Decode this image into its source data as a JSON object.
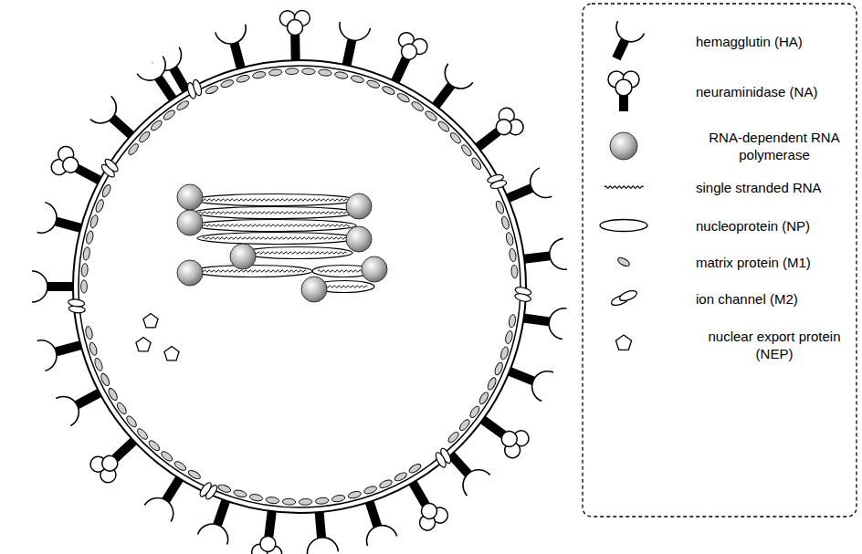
{
  "diagram": {
    "legend": [
      {
        "text": "hemagglutin (HA)"
      },
      {
        "text": "neuraminidase (NA)"
      },
      {
        "text": "RNA-dependent RNA polymerase"
      },
      {
        "text": "single stranded RNA"
      },
      {
        "text": "nucleoprotein (NP)"
      },
      {
        "text": "matrix protein (M1)"
      },
      {
        "text": "ion channel (M2)"
      },
      {
        "text": "nuclear export protein (NEP)"
      }
    ]
  }
}
